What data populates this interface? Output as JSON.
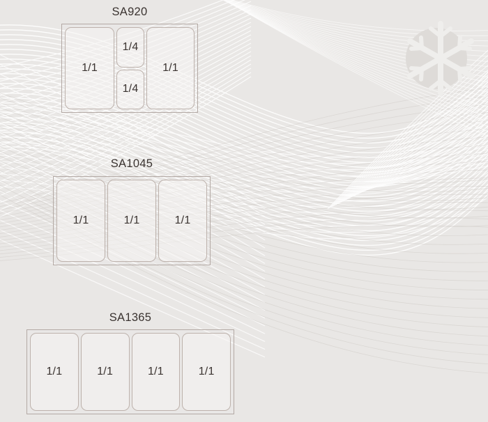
{
  "page": {
    "background_color": "#e9e7e5",
    "text_color": "#3a3330",
    "tray_border_color": "#b3a9a4",
    "pan_border_color": "#bdb2ac",
    "wave_light_color": "#ffffff",
    "wave_dark_color": "#c9c4c0",
    "logo_color": "#dedbd8"
  },
  "watermark": {
    "name": "snowflake-in-circle-logo"
  },
  "diagrams": [
    {
      "id": "sa920",
      "title": "SA920",
      "slots": [
        {
          "label": "1/1",
          "kind": "full-pan"
        },
        {
          "label": "1/4",
          "kind": "quarter-pan"
        },
        {
          "label": "1/4",
          "kind": "quarter-pan"
        },
        {
          "label": "1/1",
          "kind": "full-pan"
        }
      ]
    },
    {
      "id": "sa1045",
      "title": "SA1045",
      "slots": [
        {
          "label": "1/1",
          "kind": "full-pan"
        },
        {
          "label": "1/1",
          "kind": "full-pan"
        },
        {
          "label": "1/1",
          "kind": "full-pan"
        }
      ]
    },
    {
      "id": "sa1365",
      "title": "SA1365",
      "slots": [
        {
          "label": "1/1",
          "kind": "full-pan"
        },
        {
          "label": "1/1",
          "kind": "full-pan"
        },
        {
          "label": "1/1",
          "kind": "full-pan"
        },
        {
          "label": "1/1",
          "kind": "full-pan"
        }
      ]
    }
  ]
}
